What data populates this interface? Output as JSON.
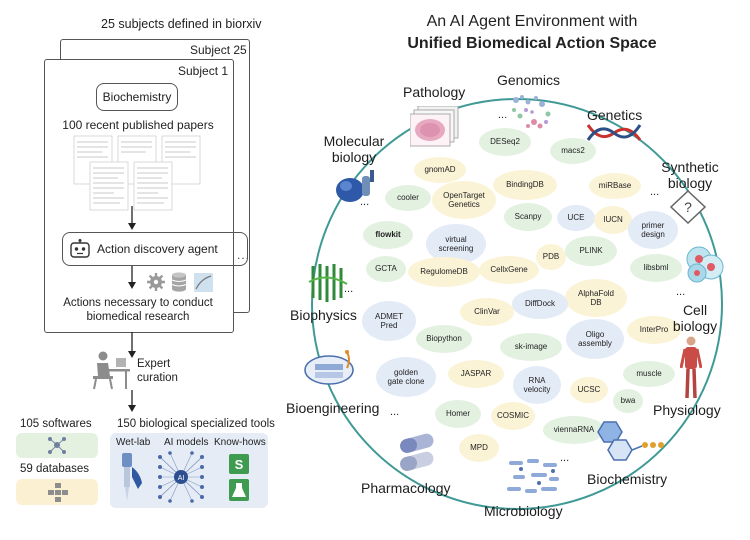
{
  "left_panel": {
    "header": "25 subjects defined in biorxiv",
    "card_back_label": "Subject 25",
    "card_front_label": "Subject 1",
    "subject_name": "Biochemistry",
    "papers_label": "100 recent published papers",
    "agent_label": "Action discovery agent",
    "actions_label_line1": "Actions necessary to conduct",
    "actions_label_line2": "biomedical research",
    "curation_line1": "Expert",
    "curation_line2": "curation",
    "softwares_label": "105 softwares",
    "databases_label": "59 databases",
    "tools_label": "150 biological specialized tools",
    "tool_categories": [
      "Wet-lab",
      "AI models",
      "Know-hows"
    ],
    "ai_chip_text": "AI",
    "dots": "..."
  },
  "right_panel": {
    "title_line1": "An AI Agent Environment with",
    "title_line2": "Unified Biomedical Action Space",
    "domains": [
      {
        "id": "pathology",
        "lines": [
          "Pathology"
        ]
      },
      {
        "id": "genomics",
        "lines": [
          "Genomics"
        ]
      },
      {
        "id": "genetics",
        "lines": [
          "Genetics"
        ]
      },
      {
        "id": "molecular",
        "lines": [
          "Molecular",
          "biology"
        ]
      },
      {
        "id": "synthetic",
        "lines": [
          "Synthetic",
          "biology"
        ]
      },
      {
        "id": "biophysics",
        "lines": [
          "Biophysics"
        ]
      },
      {
        "id": "cell",
        "lines": [
          "Cell",
          "biology"
        ]
      },
      {
        "id": "physiology",
        "lines": [
          "Physiology"
        ]
      },
      {
        "id": "bioengineering",
        "lines": [
          "Bioengineering"
        ]
      },
      {
        "id": "biochemistry",
        "lines": [
          "Biochemistry"
        ]
      },
      {
        "id": "pharmacology",
        "lines": [
          "Pharmacology"
        ]
      },
      {
        "id": "microbiology",
        "lines": [
          "Microbiology"
        ]
      }
    ],
    "tools": [
      {
        "id": "deseq2",
        "text": "DESeq2",
        "color": "green"
      },
      {
        "id": "macs2",
        "text": "macs2",
        "color": "green"
      },
      {
        "id": "gnomad",
        "text": "gnomAD",
        "color": "yellow"
      },
      {
        "id": "bindingdb",
        "text": "BindingDB",
        "color": "yellow"
      },
      {
        "id": "mirbase",
        "text": "miRBase",
        "color": "yellow"
      },
      {
        "id": "cooler",
        "text": "cooler",
        "color": "green"
      },
      {
        "id": "opentarget",
        "text": "OpenTarget\nGenetics",
        "color": "yellow"
      },
      {
        "id": "scanpy",
        "text": "Scanpy",
        "color": "green"
      },
      {
        "id": "uce",
        "text": "UCE",
        "color": "blue"
      },
      {
        "id": "iucn",
        "text": "IUCN",
        "color": "yellow"
      },
      {
        "id": "primer",
        "text": "primer\ndesign",
        "color": "blue"
      },
      {
        "id": "flowkit",
        "text": "flowkit",
        "color": "green"
      },
      {
        "id": "virtual",
        "text": "virtual\nscreening",
        "color": "blue"
      },
      {
        "id": "pdb",
        "text": "PDB",
        "color": "yellow"
      },
      {
        "id": "plink",
        "text": "PLINK",
        "color": "green"
      },
      {
        "id": "gcta",
        "text": "GCTA",
        "color": "green"
      },
      {
        "id": "regulomedb",
        "text": "RegulomeDB",
        "color": "yellow"
      },
      {
        "id": "cellxgene",
        "text": "CellxGene",
        "color": "yellow"
      },
      {
        "id": "libsbml",
        "text": "libsbml",
        "color": "green"
      },
      {
        "id": "alphafold",
        "text": "AlphaFold\nDB",
        "color": "yellow"
      },
      {
        "id": "admet",
        "text": "ADMET\nPred",
        "color": "blue"
      },
      {
        "id": "clinvar",
        "text": "ClinVar",
        "color": "yellow"
      },
      {
        "id": "diffdock",
        "text": "DiffDock",
        "color": "blue"
      },
      {
        "id": "interpro",
        "text": "InterPro",
        "color": "yellow"
      },
      {
        "id": "biopython",
        "text": "Biopython",
        "color": "green"
      },
      {
        "id": "skimage",
        "text": "sk-image",
        "color": "green"
      },
      {
        "id": "oligo",
        "text": "Oligo\nassembly",
        "color": "blue"
      },
      {
        "id": "golden",
        "text": "golden\ngate clone",
        "color": "blue"
      },
      {
        "id": "jaspar",
        "text": "JASPAR",
        "color": "yellow"
      },
      {
        "id": "rnavel",
        "text": "RNA\nvelocity",
        "color": "blue"
      },
      {
        "id": "ucsc",
        "text": "UCSC",
        "color": "yellow"
      },
      {
        "id": "muscle",
        "text": "muscle",
        "color": "green"
      },
      {
        "id": "bwa",
        "text": "bwa",
        "color": "green"
      },
      {
        "id": "homer",
        "text": "Homer",
        "color": "green"
      },
      {
        "id": "cosmic",
        "text": "COSMIC",
        "color": "yellow"
      },
      {
        "id": "viennarna",
        "text": "viennaRNA",
        "color": "green"
      },
      {
        "id": "mpd",
        "text": "MPD",
        "color": "yellow"
      }
    ],
    "dots": "..."
  },
  "colors": {
    "ring": "#3f9a96",
    "chip_green": "#e3f1e1",
    "chip_yellow": "#fbf3d6",
    "chip_blue": "#e3ebf6",
    "toolbox_green": "#e4f0e0",
    "toolbox_yellow": "#fbf1d2",
    "toolbox_blue": "#e5ecf6"
  }
}
